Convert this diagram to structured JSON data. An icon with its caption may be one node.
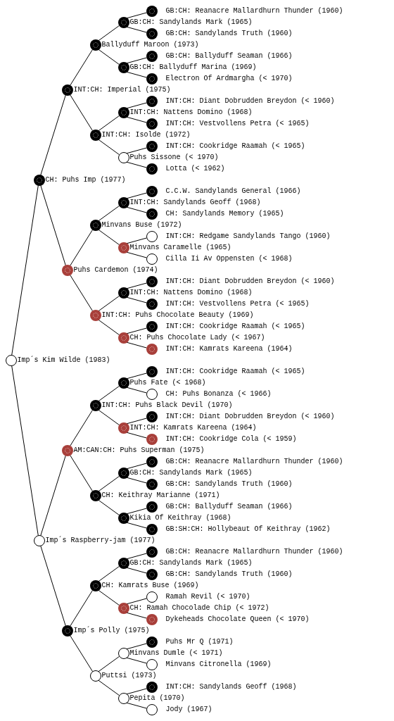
{
  "diagram": {
    "nodes": [
      {
        "text": [],
        "shape": "circle",
        "beside": [
          "GB:CH: Reanacre Mallardhurn Thunder (1960)"
        ]
      },
      {
        "text": [],
        "shape": "circle",
        "beside": [
          "GB:CH: Sandylands Mark (1965)"
        ]
      },
      {
        "text": [],
        "shape": "circle",
        "beside": [
          "GB:CH: Sandylands Truth (1960)"
        ]
      },
      {
        "text": [],
        "shape": "circle",
        "beside": [
          "Ballyduff Maroon (1973)"
        ]
      },
      {
        "text": [],
        "shape": "circle",
        "beside": [
          "GB:CH: Ballyduff Seaman (1966)"
        ]
      },
      {
        "text": [],
        "shape": "circle",
        "beside": [
          "GB:CH: Ballyduff Marina (1969)"
        ]
      },
      {
        "text": [],
        "shape": "circle",
        "beside": [
          "Electron Of Ardmargha (< 1970)"
        ]
      },
      {
        "text": [],
        "shape": "circle",
        "beside": [
          "INT:CH: Imperial (1975)"
        ]
      },
      {
        "text": [],
        "shape": "circle",
        "beside": [
          "INT:CH: Diant Dobrudden Breydon (< 1960)"
        ]
      },
      {
        "text": [],
        "shape": "circle",
        "beside": [
          "INT:CH: Nattens Domino (1968)"
        ]
      },
      {
        "text": [],
        "shape": "circle",
        "beside": [
          "INT:CH: Vestvollens Petra (< 1965)"
        ]
      },
      {
        "text": [],
        "shape": "circle",
        "beside": [
          "INT:CH: Isolde (1972)"
        ]
      },
      {
        "text": [],
        "shape": "circle",
        "beside": [
          "INT:CH: Cookridge Raamah (< 1965)"
        ]
      },
      {
        "text": [],
        "shape": "circle",
        "beside": [
          "Puhs Sissone (< 1970)"
        ]
      },
      {
        "text": [],
        "shape": "circle",
        "beside": [
          "Lotta (< 1962)"
        ]
      },
      {
        "text": [],
        "shape": "circle",
        "beside": [
          "CH: Puhs Imp (1977)"
        ]
      },
      {
        "text": [],
        "shape": "circle",
        "beside": [
          "C.C.W. Sandylands General (1966)"
        ]
      },
      {
        "text": [],
        "shape": "circle",
        "beside": [
          "INT:CH: Sandylands Geoff (1968)"
        ]
      },
      {
        "text": [],
        "shape": "circle",
        "beside": [
          "CH: Sandylands Memory (1965)"
        ]
      },
      {
        "text": [],
        "shape": "circle",
        "beside": [
          "Minvans Buse (1972)"
        ]
      },
      {
        "text": [],
        "shape": "circle",
        "beside": [
          "INT:CH: Redgame Sandylands Tango (1960)"
        ]
      },
      {
        "text": [],
        "shape": "circle",
        "beside": [
          "Minvans Caramelle (1965)"
        ]
      },
      {
        "text": [],
        "shape": "circle",
        "beside": [
          "Cilla Ii Av Oppensten (< 1968)"
        ]
      },
      {
        "text": [],
        "shape": "circle",
        "beside": [
          "Puhs Cardemon (1974)"
        ]
      },
      {
        "text": [],
        "shape": "circle",
        "beside": [
          "INT:CH: Diant Dobrudden Breydon (< 1960)"
        ]
      },
      {
        "text": [],
        "shape": "circle",
        "beside": [
          "INT:CH: Nattens Domino (1968)"
        ]
      },
      {
        "text": [],
        "shape": "circle",
        "beside": [
          "INT:CH: Vestvollens Petra (< 1965)"
        ]
      },
      {
        "text": [],
        "shape": "circle",
        "beside": [
          "INT:CH: Puhs Chocolate Beauty (1969)"
        ]
      },
      {
        "text": [],
        "shape": "circle",
        "beside": [
          "INT:CH: Cookridge Raamah (< 1965)"
        ]
      },
      {
        "text": [],
        "shape": "circle",
        "beside": [
          "CH: Puhs Chocolate Lady (< 1967)"
        ]
      },
      {
        "text": [],
        "shape": "circle",
        "beside": [
          "INT:CH: Kamrats Kareena (1964)"
        ]
      },
      {
        "text": [],
        "shape": "circle",
        "beside": [
          "Imp´s Kim Wilde (1983)"
        ]
      },
      {
        "text": [],
        "shape": "circle",
        "beside": [
          "INT:CH: Cookridge Raamah (< 1965)"
        ]
      },
      {
        "text": [],
        "shape": "circle",
        "beside": [
          "Puhs Fate (< 1968)"
        ]
      },
      {
        "text": [],
        "shape": "circle",
        "beside": [
          "CH: Puhs Bonanza (< 1966)"
        ]
      },
      {
        "text": [],
        "shape": "circle",
        "beside": [
          "INT:CH: Puhs Black Devil (1970)"
        ]
      },
      {
        "text": [],
        "shape": "circle",
        "beside": [
          "INT:CH: Diant Dobrudden Breydon (< 1960)"
        ]
      },
      {
        "text": [],
        "shape": "circle",
        "beside": [
          "INT:CH: Kamrats Kareena (1964)"
        ]
      },
      {
        "text": [],
        "shape": "circle",
        "beside": [
          "INT:CH: Cookridge Cola (< 1959)"
        ]
      },
      {
        "text": [],
        "shape": "circle",
        "beside": [
          "AM:CAN:CH: Puhs Superman (1975)"
        ]
      },
      {
        "text": [],
        "shape": "circle",
        "beside": [
          "GB:CH: Reanacre Mallardhurn Thunder (1960)"
        ]
      },
      {
        "text": [],
        "shape": "circle",
        "beside": [
          "GB:CH: Sandylands Mark (1965)"
        ]
      },
      {
        "text": [],
        "shape": "circle",
        "beside": [
          "GB:CH: Sandylands Truth (1960)"
        ]
      },
      {
        "text": [],
        "shape": "circle",
        "beside": [
          "CH: Keithray Marianne (1971)"
        ]
      },
      {
        "text": [],
        "shape": "circle",
        "beside": [
          "GB:CH: Ballyduff Seaman (1966)"
        ]
      },
      {
        "text": [],
        "shape": "circle",
        "beside": [
          "Kikia Of Keithray (1968)"
        ]
      },
      {
        "text": [],
        "shape": "circle",
        "beside": [
          "GB:SH:CH: Hollybeaut Of Keithray (1962)"
        ]
      },
      {
        "text": [],
        "shape": "circle",
        "beside": [
          "Imp´s Raspberry-jam (1977)"
        ]
      },
      {
        "text": [],
        "shape": "circle",
        "beside": [
          "GB:CH: Reanacre Mallardhurn Thunder (1960)"
        ]
      },
      {
        "text": [],
        "shape": "circle",
        "beside": [
          "GB:CH: Sandylands Mark (1965)"
        ]
      },
      {
        "text": [],
        "shape": "circle",
        "beside": [
          "GB:CH: Sandylands Truth (1960)"
        ]
      },
      {
        "text": [],
        "shape": "circle",
        "beside": [
          "CH: Kamrats Buse (1969)"
        ]
      },
      {
        "text": [],
        "shape": "circle",
        "beside": [
          "Ramah Revil (< 1970)"
        ]
      },
      {
        "text": [],
        "shape": "circle",
        "beside": [
          "CH: Ramah Chocolade Chip (< 1972)"
        ]
      },
      {
        "text": [],
        "shape": "circle",
        "beside": [
          "Dykeheads Chocolate Queen (< 1970)"
        ]
      },
      {
        "text": [],
        "shape": "circle",
        "beside": [
          "Imp´s Polly (1975)"
        ]
      },
      {
        "text": [],
        "shape": "circle",
        "beside": [
          "Puhs Mr Q (1971)"
        ]
      },
      {
        "text": [],
        "shape": "circle",
        "beside": [
          "Minvans Dumle (< 1971)"
        ]
      },
      {
        "text": [],
        "shape": "circle",
        "beside": [
          "Minvans Citronella (1969)"
        ]
      },
      {
        "text": [],
        "shape": "circle",
        "beside": [
          "Puttsi (1973)"
        ]
      },
      {
        "text": [],
        "shape": "circle",
        "beside": [
          "INT:CH: Sandylands Geoff (1968)"
        ]
      },
      {
        "text": [],
        "shape": "circle",
        "beside": [
          "Pepita (1970)"
        ]
      },
      {
        "text": [],
        "shape": "circle",
        "beside": [
          "Jody (1967)"
        ]
      }
    ],
    "edges": [
      {
        "from": 1,
        "to": 0,
        "arrow": "none"
      },
      {
        "from": 1,
        "to": 2,
        "arrow": "none"
      },
      {
        "from": 3,
        "to": 1,
        "arrow": "none"
      },
      {
        "from": 3,
        "to": 5,
        "arrow": "none"
      },
      {
        "from": 5,
        "to": 4,
        "arrow": "none"
      },
      {
        "from": 5,
        "to": 6,
        "arrow": "none"
      },
      {
        "from": 7,
        "to": 3,
        "arrow": "none"
      },
      {
        "from": 7,
        "to": 11,
        "arrow": "none"
      },
      {
        "from": 9,
        "to": 8,
        "arrow": "none"
      },
      {
        "from": 9,
        "to": 10,
        "arrow": "none"
      },
      {
        "from": 11,
        "to": 9,
        "arrow": "none"
      },
      {
        "from": 11,
        "to": 13,
        "arrow": "none"
      },
      {
        "from": 13,
        "to": 12,
        "arrow": "none"
      },
      {
        "from": 13,
        "to": 14,
        "arrow": "none"
      },
      {
        "from": 15,
        "to": 7,
        "arrow": "none"
      },
      {
        "from": 15,
        "to": 23,
        "arrow": "none"
      },
      {
        "from": 17,
        "to": 16,
        "arrow": "none"
      },
      {
        "from": 17,
        "to": 18,
        "arrow": "none"
      },
      {
        "from": 19,
        "to": 17,
        "arrow": "none"
      },
      {
        "from": 19,
        "to": 21,
        "arrow": "none"
      },
      {
        "from": 21,
        "to": 20,
        "arrow": "none"
      },
      {
        "from": 21,
        "to": 22,
        "arrow": "none"
      },
      {
        "from": 23,
        "to": 19,
        "arrow": "none"
      },
      {
        "from": 23,
        "to": 27,
        "arrow": "none"
      },
      {
        "from": 25,
        "to": 24,
        "arrow": "none"
      },
      {
        "from": 25,
        "to": 26,
        "arrow": "none"
      },
      {
        "from": 27,
        "to": 25,
        "arrow": "none"
      },
      {
        "from": 27,
        "to": 29,
        "arrow": "none"
      },
      {
        "from": 29,
        "to": 28,
        "arrow": "none"
      },
      {
        "from": 29,
        "to": 30,
        "arrow": "none"
      },
      {
        "from": 31,
        "to": 15,
        "arrow": "none"
      },
      {
        "from": 31,
        "to": 47,
        "arrow": "none"
      },
      {
        "from": 33,
        "to": 32,
        "arrow": "none"
      },
      {
        "from": 33,
        "to": 34,
        "arrow": "none"
      },
      {
        "from": 35,
        "to": 33,
        "arrow": "none"
      },
      {
        "from": 35,
        "to": 37,
        "arrow": "none"
      },
      {
        "from": 37,
        "to": 36,
        "arrow": "none"
      },
      {
        "from": 37,
        "to": 38,
        "arrow": "none"
      },
      {
        "from": 39,
        "to": 35,
        "arrow": "none"
      },
      {
        "from": 39,
        "to": 43,
        "arrow": "none"
      },
      {
        "from": 41,
        "to": 40,
        "arrow": "none"
      },
      {
        "from": 41,
        "to": 42,
        "arrow": "none"
      },
      {
        "from": 43,
        "to": 41,
        "arrow": "none"
      },
      {
        "from": 43,
        "to": 45,
        "arrow": "none"
      },
      {
        "from": 45,
        "to": 44,
        "arrow": "none"
      },
      {
        "from": 45,
        "to": 46,
        "arrow": "none"
      },
      {
        "from": 47,
        "to": 39,
        "arrow": "none"
      },
      {
        "from": 47,
        "to": 55,
        "arrow": "none"
      },
      {
        "from": 49,
        "to": 48,
        "arrow": "none"
      },
      {
        "from": 49,
        "to": 50,
        "arrow": "none"
      },
      {
        "from": 51,
        "to": 49,
        "arrow": "none"
      },
      {
        "from": 51,
        "to": 53,
        "arrow": "none"
      },
      {
        "from": 53,
        "to": 52,
        "arrow": "none"
      },
      {
        "from": 53,
        "to": 54,
        "arrow": "none"
      },
      {
        "from": 55,
        "to": 51,
        "arrow": "none"
      },
      {
        "from": 55,
        "to": 59,
        "arrow": "none"
      },
      {
        "from": 57,
        "to": 56,
        "arrow": "none"
      },
      {
        "from": 57,
        "to": 58,
        "arrow": "none"
      },
      {
        "from": 59,
        "to": 57,
        "arrow": "none"
      },
      {
        "from": 59,
        "to": 61,
        "arrow": "none"
      },
      {
        "from": 61,
        "to": 60,
        "arrow": "none"
      },
      {
        "from": 61,
        "to": 62,
        "arrow": "none"
      }
    ]
  }
}
